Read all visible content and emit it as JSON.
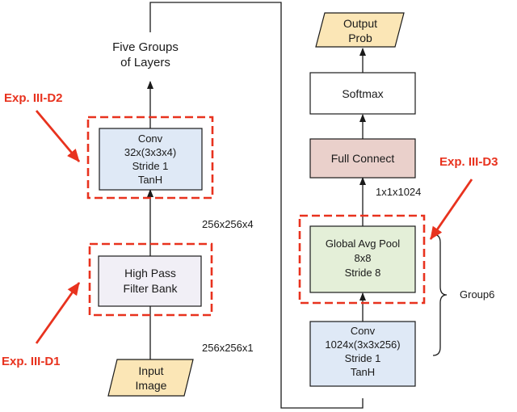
{
  "colors": {
    "blue_fill": "#dfe9f6",
    "yellow_fill": "#fbe6b6",
    "gray_fill": "#f1eff6",
    "green_fill": "#e4efd8",
    "red_fill": "#ead0cb",
    "white_fill": "#ffffff",
    "stroke": "#1a1a1a",
    "highlight": "#e8321e"
  },
  "left_column": {
    "top_label_1": "Five Groups",
    "top_label_2": "of Layers",
    "conv": {
      "line1": "Conv",
      "line2": "32x(3x3x4)",
      "line3": "Stride 1",
      "line4": "TanH"
    },
    "dim_after_filter": "256x256x4",
    "filter_bank": {
      "line1": "High Pass",
      "line2": "Filter Bank"
    },
    "dim_input": "256x256x1",
    "input": {
      "line1": "Input",
      "line2": "Image"
    }
  },
  "right_column": {
    "output": {
      "line1": "Output",
      "line2": "Prob"
    },
    "softmax": "Softmax",
    "full_connect": "Full Connect",
    "dim_fc": "1x1x1024",
    "global_pool": {
      "line1": "Global Avg Pool",
      "line2": "8x8",
      "line3": "Stride 8"
    },
    "conv": {
      "line1": "Conv",
      "line2": "1024x(3x3x256)",
      "line3": "Stride 1",
      "line4": "TanH"
    },
    "group_label": "Group6"
  },
  "experiments": {
    "d1": "Exp. III-D1",
    "d2": "Exp. III-D2",
    "d3": "Exp. III-D3"
  }
}
